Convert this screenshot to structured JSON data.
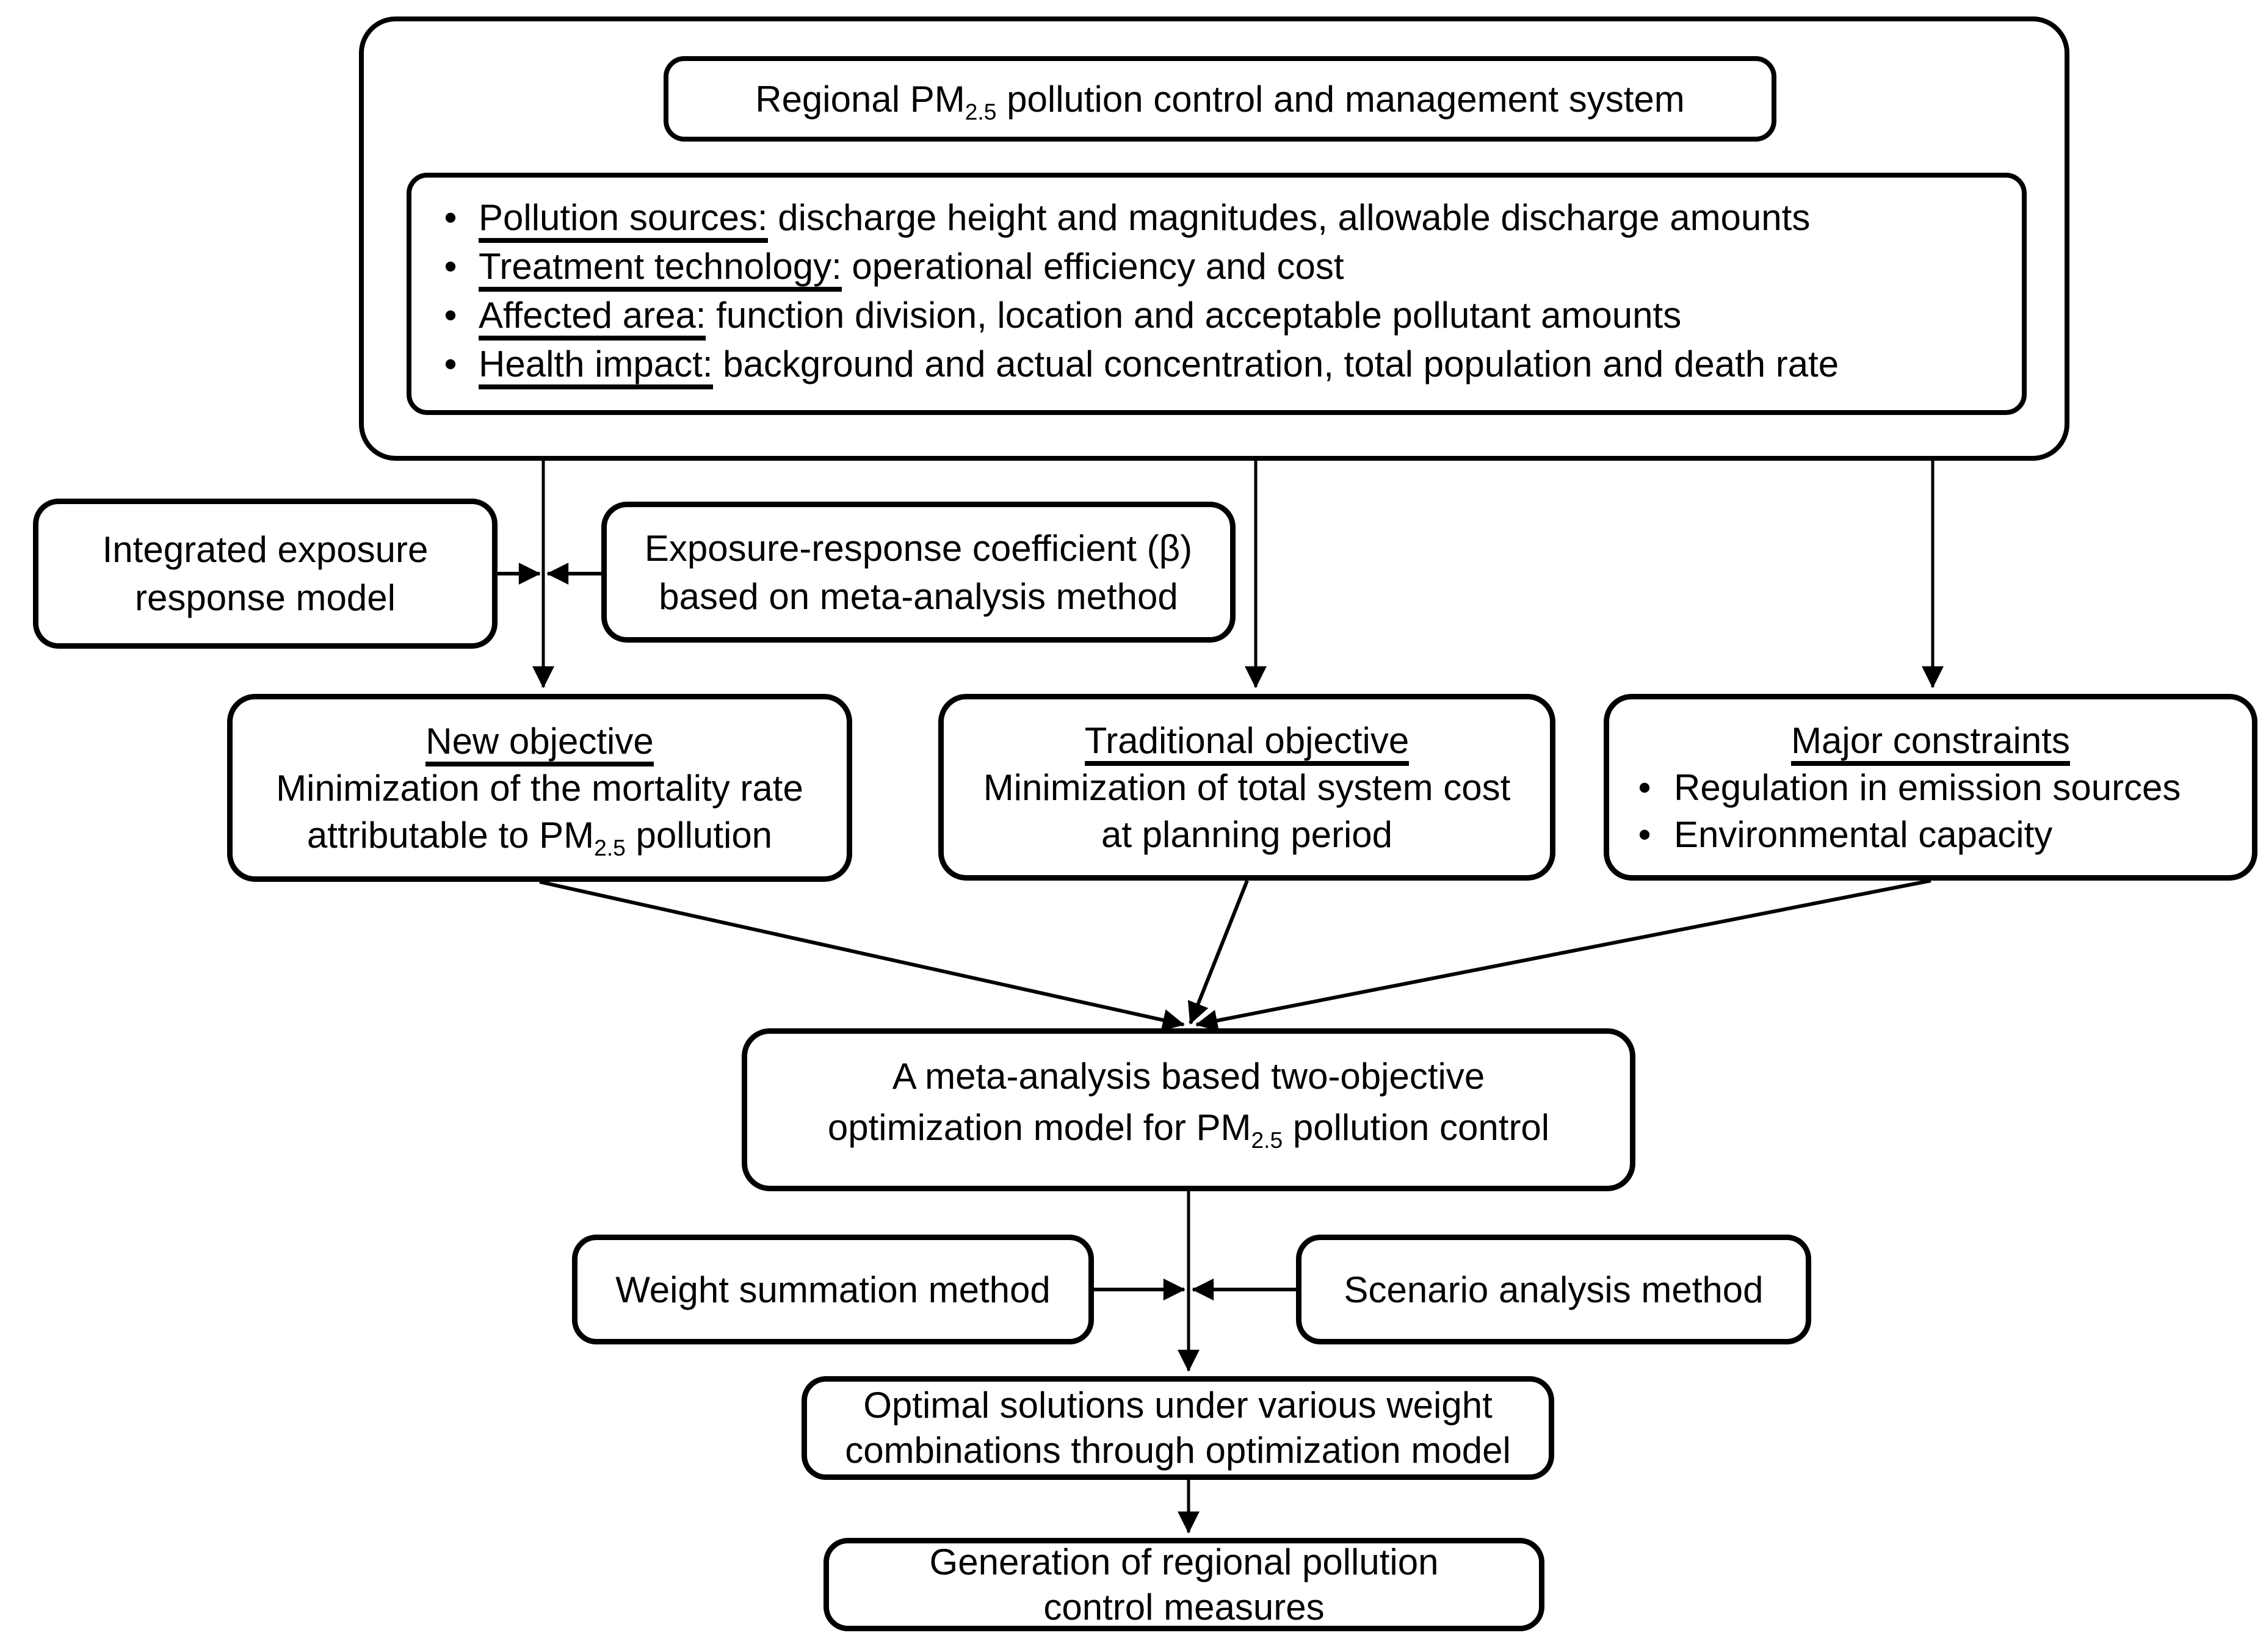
{
  "page": {
    "background": "#ffffff",
    "ink": "#000000"
  },
  "system_box": {
    "title": {
      "pre": "Regional PM",
      "sub": "2.5",
      "post": " pollution control and management system"
    },
    "bullet_marker": "•",
    "bullets": [
      {
        "lead": "Pollution sources:",
        "rest": " discharge height and magnitudes, allowable discharge amounts"
      },
      {
        "lead": "Treatment technology:",
        "rest": " operational efficiency and cost"
      },
      {
        "lead": "Affected area:",
        "rest": " function division, location and acceptable pollutant amounts"
      },
      {
        "lead": "Health impact:",
        "rest": " background and actual concentration, total population and death rate"
      }
    ]
  },
  "integrated_box": {
    "line1": "Integrated exposure",
    "line2": "response model"
  },
  "coefficient_box": {
    "line1": "Exposure-response coefficient (β)",
    "line2": "based on meta-analysis method"
  },
  "new_objective_box": {
    "heading": "New objective",
    "line1": "Minimization of the mortality rate",
    "line2_pre": "attributable to PM",
    "line2_sub": "2.5",
    "line2_post": " pollution"
  },
  "traditional_objective_box": {
    "heading": "Traditional objective",
    "line1": "Minimization of total system cost",
    "line2": "at planning period"
  },
  "constraints_box": {
    "heading": "Major constraints",
    "bullet_marker": "•",
    "bullets": [
      "Regulation in emission sources",
      "Environmental capacity"
    ]
  },
  "optimization_box": {
    "line1": "A meta-analysis based two-objective",
    "line2_pre": "optimization model for PM",
    "line2_sub": "2.5",
    "line2_post": " pollution control"
  },
  "weight_box": {
    "label": "Weight summation method"
  },
  "scenario_box": {
    "label": "Scenario analysis method"
  },
  "optimal_box": {
    "line1": "Optimal  solutions under various weight",
    "line2": "combinations through optimization model"
  },
  "generation_box": {
    "line1": "Generation of regional pollution",
    "line2": "control measures"
  }
}
